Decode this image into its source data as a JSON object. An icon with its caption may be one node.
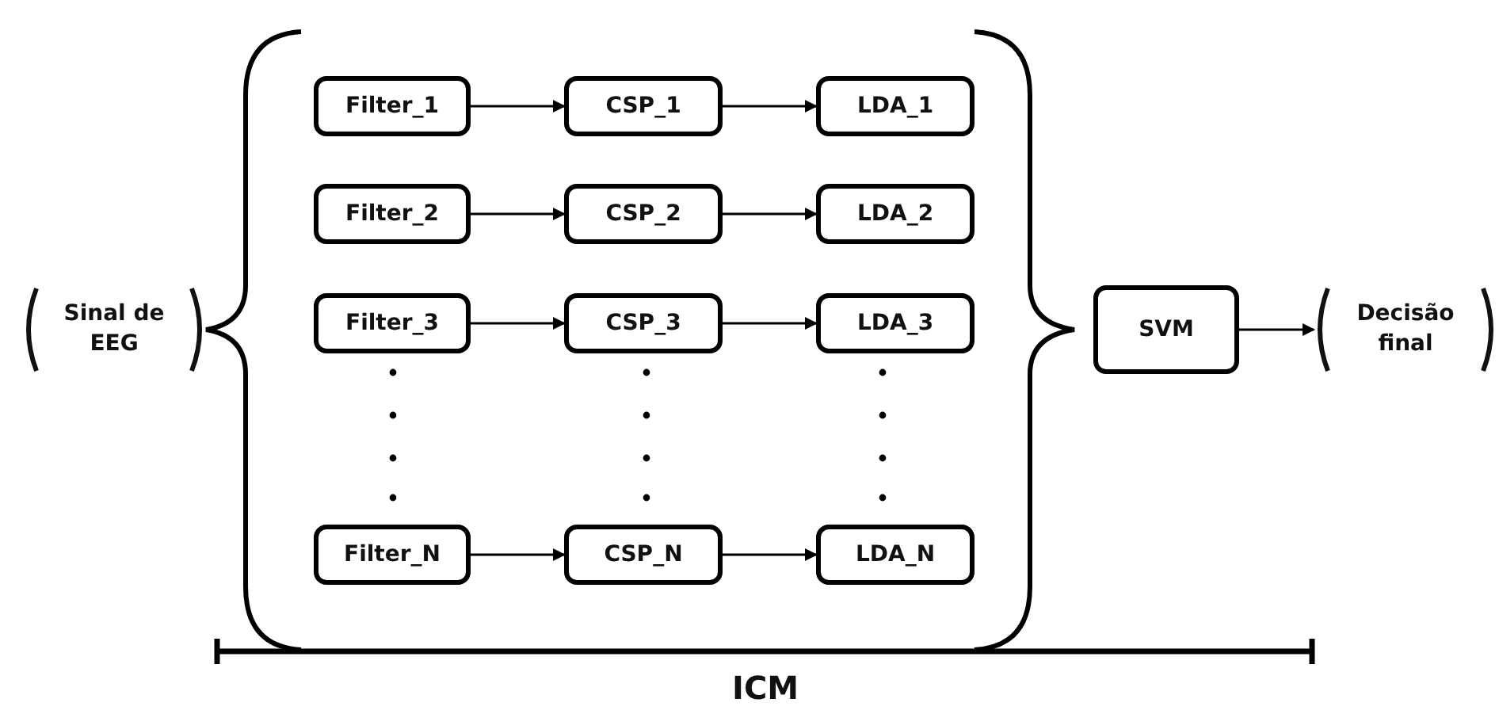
{
  "diagram": {
    "nodes": [
      {
        "text": [
          "Sinal de EEG"
        ]
      },
      {
        "text": [
          "Filter_1"
        ]
      },
      {
        "text": [
          "CSP_1"
        ]
      },
      {
        "text": [
          "LDA_1"
        ]
      },
      {
        "text": [
          "Filter_2"
        ]
      },
      {
        "text": [
          "CSP_2"
        ]
      },
      {
        "text": [
          "LDA_2"
        ]
      },
      {
        "text": [
          "Filter_3"
        ]
      },
      {
        "text": [
          "CSP_3"
        ]
      },
      {
        "text": [
          "LDA_3"
        ]
      },
      {
        "text": [
          "Filter_N"
        ]
      },
      {
        "text": [
          "CSP_N"
        ]
      },
      {
        "text": [
          "LDA_N"
        ]
      },
      {
        "text": [
          "SVM"
        ]
      },
      {
        "text": [
          "Decisão final"
        ]
      }
    ],
    "edges": [
      {
        "from": 1,
        "to": 2,
        "arrow": "to"
      },
      {
        "from": 2,
        "to": 3,
        "arrow": "to"
      },
      {
        "from": 4,
        "to": 5,
        "arrow": "to"
      },
      {
        "from": 5,
        "to": 6,
        "arrow": "to"
      },
      {
        "from": 7,
        "to": 8,
        "arrow": "to"
      },
      {
        "from": 8,
        "to": 9,
        "arrow": "to"
      },
      {
        "from": 10,
        "to": 11,
        "arrow": "to"
      },
      {
        "from": 11,
        "to": 12,
        "arrow": "to"
      },
      {
        "from": 13,
        "to": 14,
        "arrow": "to"
      }
    ],
    "labels": [
      "ICM"
    ]
  }
}
